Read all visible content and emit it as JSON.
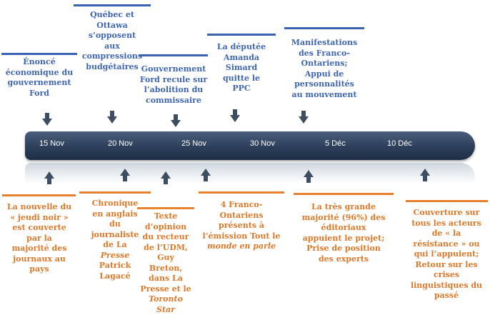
{
  "dates": [
    "15 Nov",
    "20 Nov",
    "25 Nov",
    "30 Nov",
    "5 Déc",
    "10 Déc"
  ],
  "top_events": [
    [
      "Énoncé",
      "économique du",
      "gouvernement",
      "Ford"
    ],
    [
      "Québec et",
      "Ottawa",
      "s’opposent",
      "aux",
      "compressions",
      "budgétaires"
    ],
    [
      "Gouvernement",
      "Ford recule sur",
      "l’abolition du",
      "commissaire"
    ],
    [
      "La députée",
      "Amanda",
      "Simard",
      "quitte le",
      "PPC"
    ],
    [
      "Manifestations",
      "des Franco-",
      "Ontariens;",
      "Appui de",
      "personnalités",
      "au mouvement"
    ]
  ],
  "bottom_events": [
    [
      "La nouvelle du",
      "« jeudi noir »",
      "est couverte",
      "par la",
      "majorité des",
      "journaux au",
      "pays"
    ],
    [
      "Chronique",
      "en anglais",
      "du",
      "journaliste",
      "de La",
      "Presse",
      "Patrick",
      "Lagacé"
    ],
    [
      "Texte",
      "d’opinion",
      "du recteur",
      "de l’UDM,",
      "Guy",
      "Breton,",
      "dans La",
      "Presse et le",
      "Toronto",
      "Star"
    ],
    [
      "4 Franco-",
      "Ontariens",
      "présents à",
      "l’émission Tout le",
      "monde en parle"
    ],
    [
      "La très grande",
      "majorité (96%) des",
      "éditoriaux",
      "appuient le projet;",
      "Prise de position",
      "des experts"
    ],
    [
      "Couverture sur",
      "tous les acteurs",
      "de « la",
      "résistance » ou",
      "qui l’appuient;",
      "Retour sur les",
      "crises",
      "linguistiques du",
      "passé"
    ]
  ],
  "colors": {
    "top": "#3f66b5",
    "bottom": "#e0782a",
    "timeline": "#2c3f5a",
    "arrow": "#3d4e63"
  }
}
